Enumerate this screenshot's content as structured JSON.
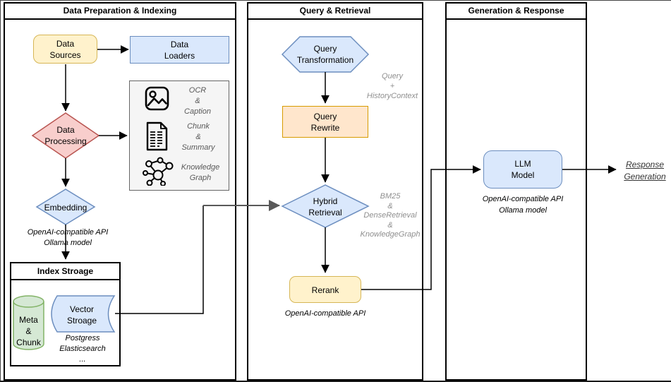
{
  "palette": {
    "yellow_fill": "#FFF2CC",
    "yellow_border": "#D6B656",
    "blue_fill": "#DAE8FC",
    "blue_border": "#6C8EBF",
    "red_fill": "#F8CECC",
    "red_border": "#B85450",
    "green_fill": "#D5E8D4",
    "green_border": "#82B366",
    "orange_fill": "#FFE6CC",
    "orange_border": "#D79B00",
    "gray_fill": "#F5F5F5",
    "gray_border": "#666666",
    "annotation_gray": "#8f8f8f",
    "connector_black": "#000000",
    "connector_gray": "#595959"
  },
  "lanes": [
    {
      "title": "Data Preparation & Indexing"
    },
    {
      "title": "Query & Retrieval"
    },
    {
      "title": "Generation & Response"
    }
  ],
  "lane1": {
    "data_sources": "Data\nSources",
    "data_loaders": "Data\nLoaders",
    "data_processing": "Data\nProcessing",
    "processing_methods": [
      {
        "icon": "image-icon",
        "label": "OCR\n&\nCaption"
      },
      {
        "icon": "document-icon",
        "label": "Chunk\n&\nSummary"
      },
      {
        "icon": "knowledge-graph-icon",
        "label": "Knowledge\nGraph"
      }
    ],
    "embedding": "Embedding",
    "embedding_note": "OpenAI-compatible API\nOllama model",
    "index_storage": {
      "title": "Index Stroage",
      "meta_chunk": "Meta\n&\nChunk",
      "vector_storage": "Vector\nStroage",
      "vector_note": "Postgress\nElasticsearch\n..."
    }
  },
  "lane2": {
    "query_transformation": "Query\nTransformation",
    "query_note": "Query\n+\nHistoryContext",
    "query_rewrite": "Query\nRewrite",
    "hybrid_retrieval": "Hybrid\nRetrieval",
    "hybrid_note": "BM25\n&\nDenseRetrieval\n&\nKnowledgeGraph",
    "rerank": "Rerank",
    "rerank_note": "OpenAI-compatible API"
  },
  "lane3": {
    "llm_model": "LLM\nModel",
    "llm_note": "OpenAI-compatible API\nOllama model",
    "output": "Response\nGeneration"
  }
}
